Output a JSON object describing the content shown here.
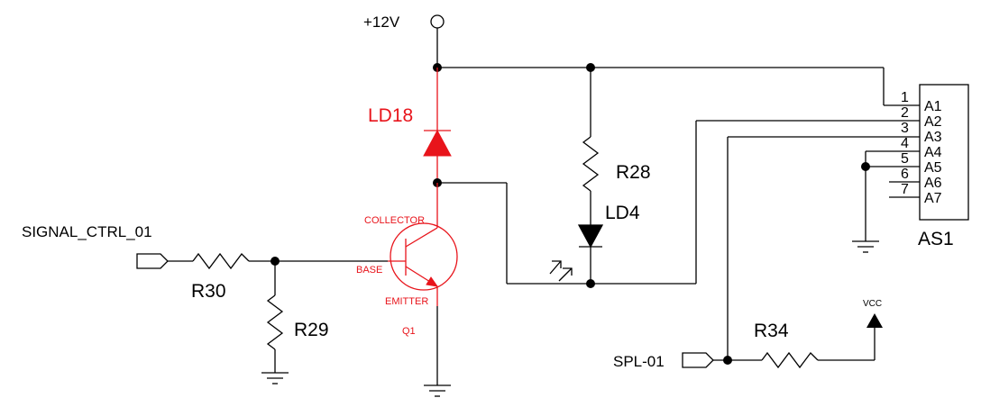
{
  "labels": {
    "supply": "+12V",
    "signal_in": "SIGNAL_CTRL_01",
    "spl": "SPL-01",
    "vcc": "VCC"
  },
  "components": {
    "led": "LD18",
    "r28": "R28",
    "ld4": "LD4",
    "r30": "R30",
    "r29": "R29",
    "r34": "R34",
    "connector": "AS1",
    "transistor": "Q1",
    "collector": "COLLECTOR",
    "base": "BASE",
    "emitter": "EMITTER"
  },
  "connector_pins": {
    "numbers": [
      "1",
      "2",
      "3",
      "4",
      "5",
      "6",
      "7"
    ],
    "names": [
      "A1",
      "A2",
      "A3",
      "A4",
      "A5",
      "A6",
      "A7"
    ]
  },
  "colors": {
    "wire": "#000000",
    "highlight": "#e8141b",
    "background": "#ffffff"
  }
}
